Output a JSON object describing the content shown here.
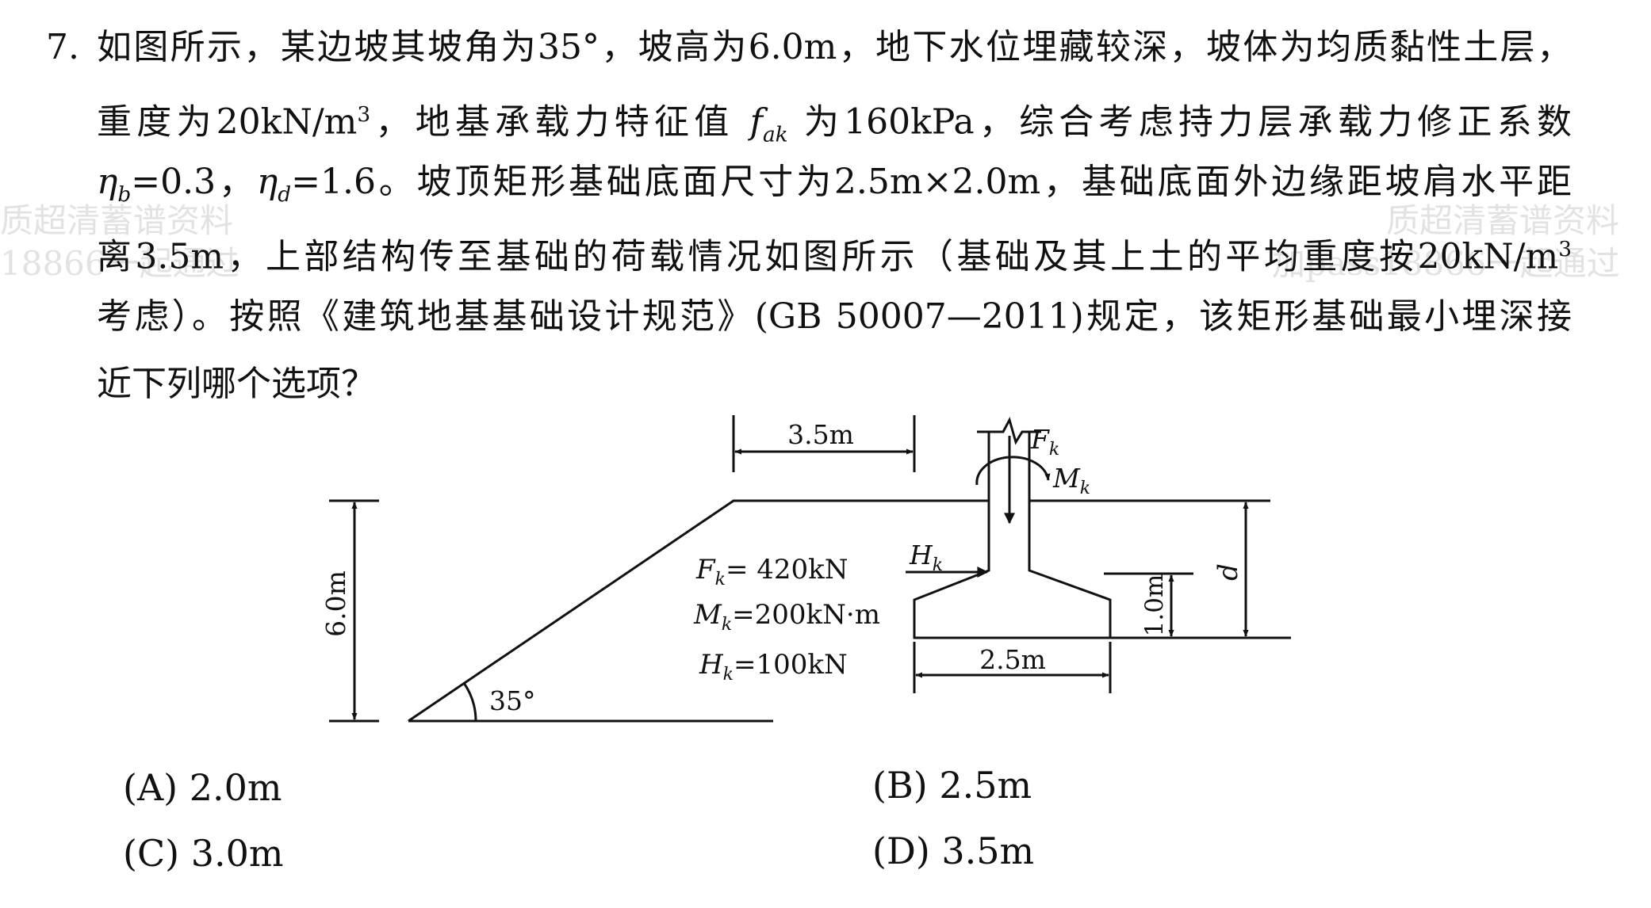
{
  "watermarks": {
    "left_top": "质超清蓄谱资料",
    "left_bottom": "18866一起通过",
    "right_top": "质超清蓄谱资料",
    "right_bottom": "加pass18866一起通过"
  },
  "question": {
    "number": "7.",
    "lines": [
      {
        "parts": [
          "如图所示，某边坡其坡角为35°，坡高为6.0m，地下水位埋藏较深，坡体为均质黏性土层，"
        ]
      },
      {
        "parts": [
          "重度为20kN/m",
          "3",
          "，地基承载力特征值 ",
          "f",
          "ak",
          " 为160kPa，综合考虑持力层承载力修正系数"
        ]
      },
      {
        "parts": [
          "η",
          "b",
          "=0.3，",
          "η",
          "d",
          "=1.6。坡顶矩形基础底面尺寸为2.5m×2.0m，基础底面外边缘距坡肩水平距"
        ]
      },
      {
        "parts": [
          "离3.5m，上部结构传至基础的荷载情况如图所示（基础及其上土的平均重度按20kN/m",
          "3"
        ]
      },
      {
        "parts": [
          "考虑）。按照《建筑地基基础设计规范》(GB 50007—2011)规定，该矩形基础最小埋深接"
        ]
      },
      {
        "parts": [
          "近下列哪个选项？"
        ]
      }
    ]
  },
  "figure": {
    "dim_top": "3.5m",
    "slope_height": "6.0m",
    "slope_angle": "35°",
    "load_F_symbol": "F",
    "load_F_sub": "k",
    "load_M_symbol": "M",
    "load_M_sub": "k",
    "load_H_symbol": "H",
    "load_H_sub": "k",
    "depth_symbol": "d",
    "footing_height": "1.0m",
    "footing_width": "2.5m",
    "values": {
      "F": {
        "symbol": "F",
        "sub": "k",
        "text": "= 420kN"
      },
      "M": {
        "symbol": "M",
        "sub": "k",
        "text": "=200kN·m"
      },
      "H": {
        "symbol": "H",
        "sub": "k",
        "text": "=100kN"
      }
    }
  },
  "options": [
    {
      "label": "(A) 2.0m"
    },
    {
      "label": "(B) 2.5m"
    },
    {
      "label": "(C) 3.0m"
    },
    {
      "label": "(D) 3.5m"
    }
  ]
}
